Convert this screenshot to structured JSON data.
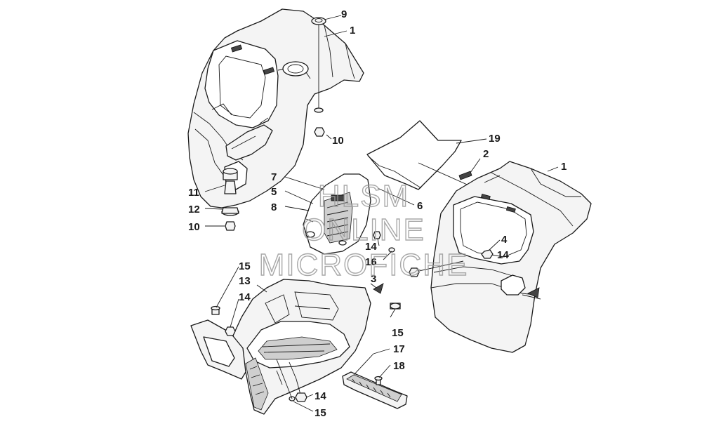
{
  "watermark": {
    "line1": "HLSM",
    "line2": "ONLINE",
    "line3": "MICROFICHE"
  },
  "callouts": {
    "c9": "9",
    "c1a": "1",
    "c10a": "10",
    "c19": "19",
    "c2": "2",
    "c1b": "1",
    "c7": "7",
    "c5": "5",
    "c8": "8",
    "c6": "6",
    "c11": "11",
    "c12": "12",
    "c10b": "10",
    "c4": "4",
    "c14a": "14",
    "c14b": "14",
    "c16": "16",
    "c3": "3",
    "c15a": "15",
    "c13": "13",
    "c14c": "14",
    "c15b": "15",
    "c17": "17",
    "c18": "18",
    "c14d": "14",
    "c15c": "15"
  }
}
